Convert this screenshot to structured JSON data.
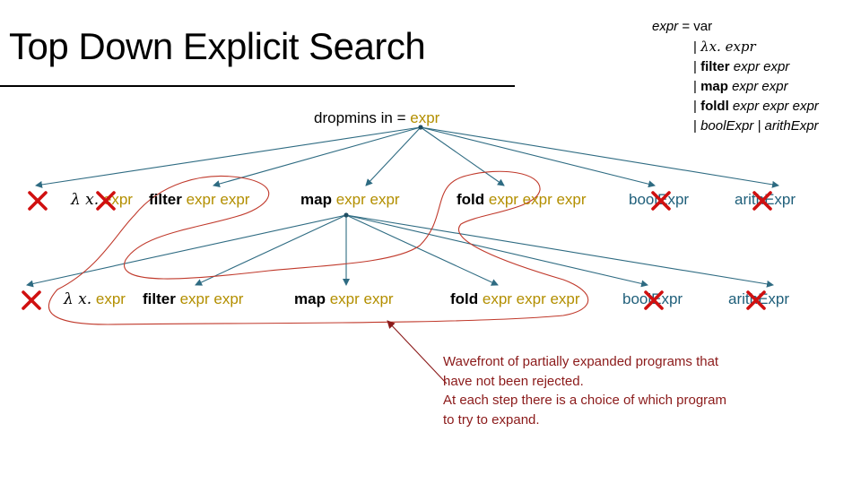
{
  "slide": {
    "title": "Top Down Explicit Search",
    "root": {
      "label": "dropmins in = ",
      "expr": "expr"
    },
    "grammar": {
      "expr": "expr",
      "eq": " =  ",
      "var": "var",
      "bar": "| ",
      "lambda": "λx. expr",
      "filter_kw": "filter",
      "filter_args": " expr expr",
      "map_kw": "map",
      "map_args": " expr expr",
      "foldl_kw": "foldl",
      "foldl_args": "  expr expr expr",
      "last": "boolExpr | arithExpr"
    },
    "level1": {
      "lambda_x": "λ x.",
      "lambda_expr": " expr",
      "filter_kw": "filter",
      "filter_args": " expr expr",
      "map_kw": "map",
      "map_args": " expr expr",
      "fold_kw": "fold",
      "fold_args": " expr expr expr",
      "bool": "boolExpr",
      "arith": "arithExpr"
    },
    "level2": {
      "lambda_x": "λ x.",
      "lambda_expr": " expr",
      "filter_kw": "filter",
      "filter_args": " expr expr",
      "map_kw": "map",
      "map_args": " expr expr",
      "fold_kw": "fold",
      "fold_args": " expr expr expr",
      "bool": "boolExpr",
      "arith": "arithExpr"
    },
    "note": [
      "Wavefront of partially expanded programs that",
      "have not been rejected.",
      "At each step there is a choice of which program",
      "to try to expand."
    ],
    "colors": {
      "arrow": "#2e6b82",
      "wavefront": "#c0392b",
      "cross": "#d01010",
      "expr": "#b38f00",
      "note": "#8b1a1a"
    }
  }
}
